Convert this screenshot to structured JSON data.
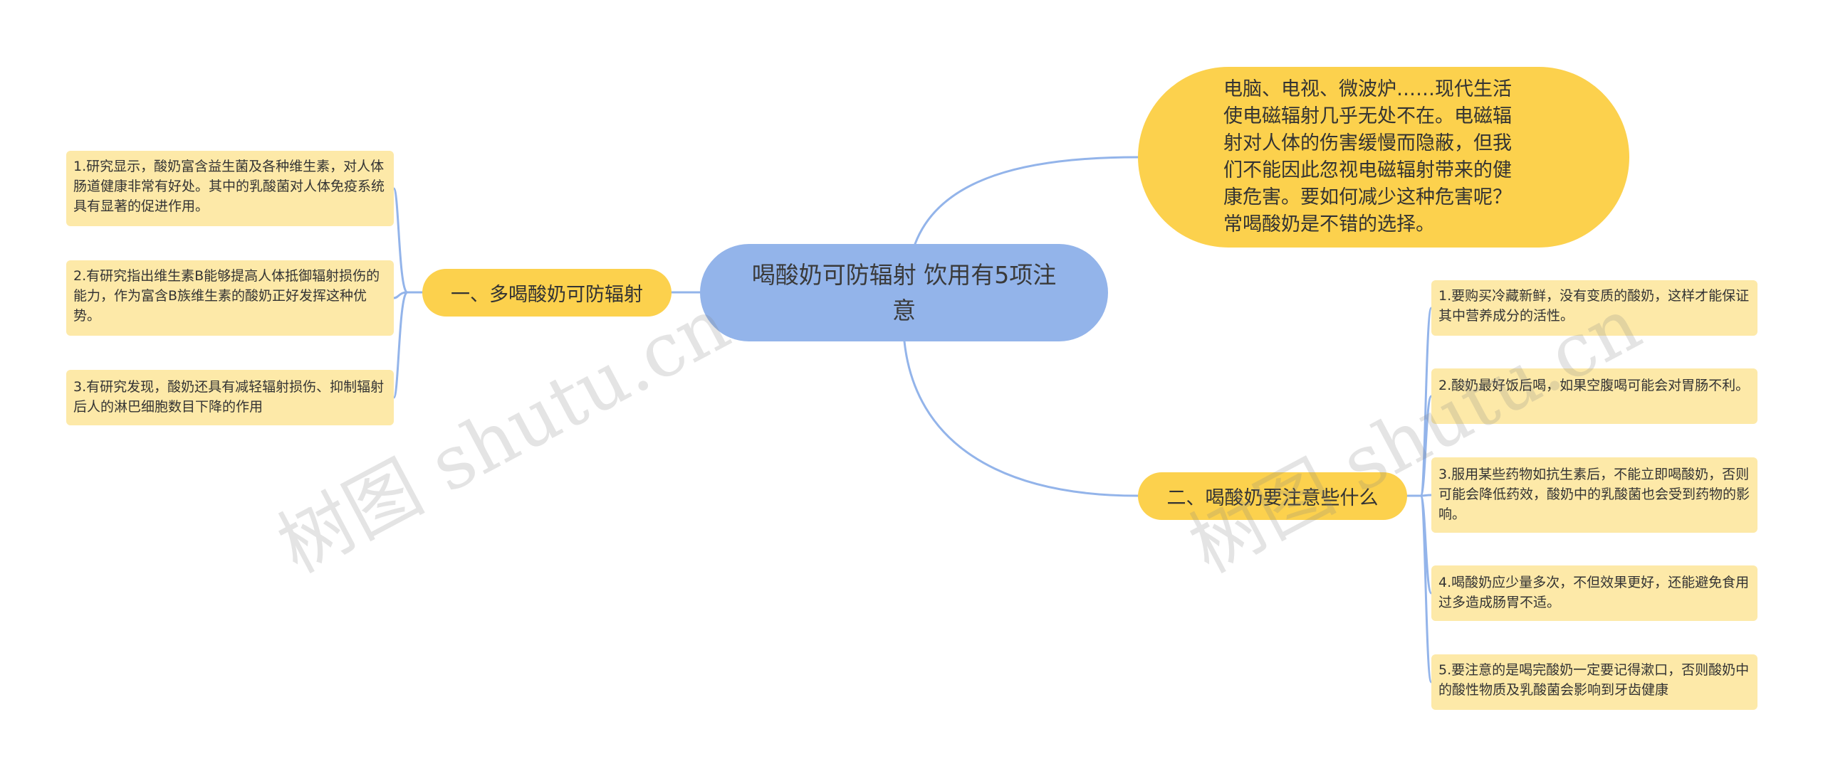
{
  "mindmap": {
    "root": "喝酸奶可防辐射 饮用有5项注意",
    "intro": "电脑、电视、微波炉……现代生活使电磁辐射几乎无处不在。电磁辐射对人体的伤害缓慢而隐蔽，但我们不能因此忽视电磁辐射带来的健康危害。要如何减少这种危害呢？常喝酸奶是不错的选择。",
    "branch_left": {
      "title": "一、多喝酸奶可防辐射",
      "items": [
        "1.研究显示，酸奶富含益生菌及各种维生素，对人体肠道健康非常有好处。其中的乳酸菌对人体免疫系统具有显著的促进作用。",
        "2.有研究指出维生素B能够提高人体抵御辐射损伤的能力，作为富含B族维生素的酸奶正好发挥这种优势。",
        "3.有研究发现，酸奶还具有减轻辐射损伤、抑制辐射后人的淋巴细胞数目下降的作用"
      ]
    },
    "branch_right": {
      "title": "二、喝酸奶要注意些什么",
      "items": [
        "1.要购买冷藏新鲜，没有变质的酸奶，这样才能保证其中营养成分的活性。",
        "2.酸奶最好饭后喝，如果空腹喝可能会对胃肠不利。",
        "3.服用某些药物如抗生素后，不能立即喝酸奶，否则可能会降低药效，酸奶中的乳酸菌也会受到药物的影响。",
        "4.喝酸奶应少量多次，不但效果更好，还能避免食用过多造成肠胃不适。",
        "5.要注意的是喝完酸奶一定要记得漱口，否则酸奶中的酸性物质及乳酸菌会影响到牙齿健康"
      ]
    }
  },
  "watermarks": [
    "树图 shutu.cn",
    "树图 shutu.cn"
  ],
  "colors": {
    "root_fill": "#93b4ea",
    "branch_fill": "#fcd14d",
    "leaf_fill": "#fde9a8",
    "connector": "#93b4ea"
  }
}
